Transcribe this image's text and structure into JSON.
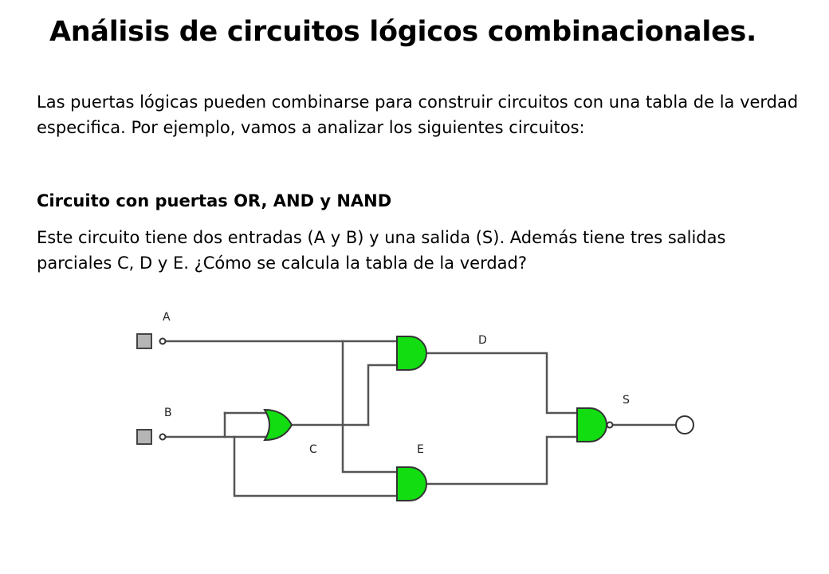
{
  "slide": {
    "title": "Análisis de circuitos lógicos combinacionales.",
    "intro": "Las puertas lógicas pueden combinarse para construir circuitos con una tabla de la verdad especifica. Por ejemplo, vamos a analizar los siguientes circuitos:",
    "subtitle": "Circuito con puertas OR, AND y NAND",
    "description": "Este circuito tiene dos entradas (A y B) y una salida (S). Además tiene tres salidas parciales C, D y E. ¿Cómo se calcula la tabla de la verdad?"
  },
  "circuit": {
    "labels": {
      "input_a": "A",
      "input_b": "B",
      "node_c": "C",
      "node_d": "D",
      "node_e": "E",
      "output_s": "S"
    },
    "gate_color": "#11dd11",
    "wire_color": "#555555"
  }
}
